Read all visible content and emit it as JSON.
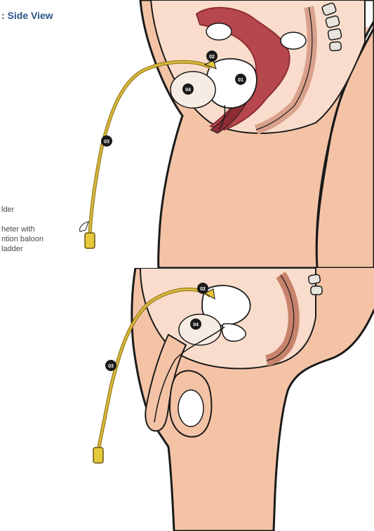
{
  "title": ": Side View",
  "legend": {
    "item_bladder": "lder",
    "item_catheter_line1": "heter with",
    "item_catheter_line2": "ntion baloon",
    "item_catheter_line3": "ladder"
  },
  "female_figure": {
    "badges": [
      "01",
      "02",
      "03",
      "04"
    ]
  },
  "male_figure": {
    "badges": [
      "02",
      "03",
      "04"
    ]
  },
  "colors": {
    "skin": "#f4c3a6",
    "skin_light": "#f9dccb",
    "outline": "#1a1a1a",
    "uterus": "#b5474d",
    "uterus_dark": "#8e2d34",
    "bone": "#e8e4de",
    "catheter": "#c9a72e",
    "catheter_tip": "#e6c93a",
    "title": "#2a5587"
  }
}
